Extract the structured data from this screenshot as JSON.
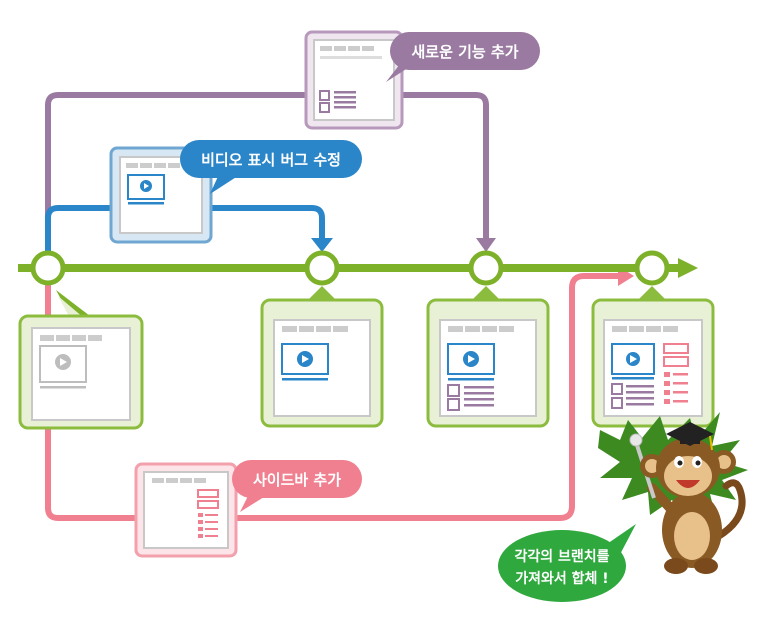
{
  "bubbles": {
    "new_feature": "새로운 기능 추가",
    "video_bug": "비디오 표시 버그 수정",
    "sidebar": "사이드바 추가",
    "merge_line1": "각각의 브랜치를",
    "merge_line2": "가져와서 합체 !"
  },
  "colors": {
    "main_branch": "#7db12a",
    "feature_branch": "#9a7aa0",
    "bugfix_branch": "#2a86c8",
    "sidebar_branch": "#f07f90",
    "merge_bubble": "#2fa83e"
  },
  "icons": [
    "play-icon",
    "monkey-mascot",
    "graduation-cap-icon",
    "pointer-stick"
  ]
}
